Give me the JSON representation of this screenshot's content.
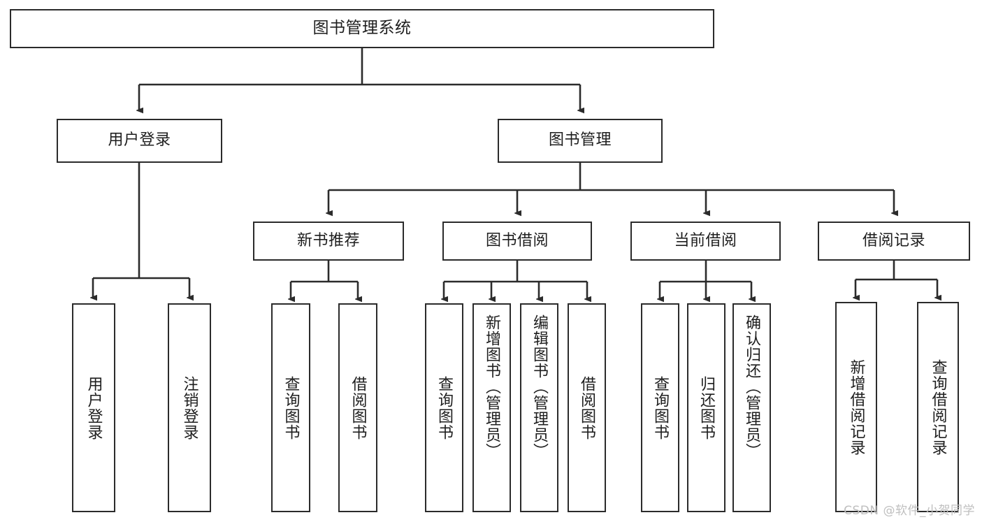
{
  "diagram": {
    "type": "tree",
    "title": "图书管理系统",
    "watermark": "CSDN @软件_小贺同学",
    "colors": {
      "box_border": "#2b2b2b",
      "box_fill": "#ffffff",
      "text": "#1e1e1e",
      "connector": "#2b2b2b",
      "watermark": "#bfbfbf"
    },
    "root": {
      "label": "图书管理系统"
    },
    "level2": [
      {
        "key": "user_login",
        "label": "用户登录"
      },
      {
        "key": "book_manage",
        "label": "图书管理"
      }
    ],
    "level3": [
      {
        "key": "new_book_rec",
        "label": "新书推荐"
      },
      {
        "key": "book_borrow",
        "label": "图书借阅"
      },
      {
        "key": "current_borrow",
        "label": "当前借阅"
      },
      {
        "key": "borrow_record",
        "label": "借阅记录"
      }
    ],
    "leaves": {
      "user_login": [
        {
          "label": "用户登录"
        },
        {
          "label": "注销登录"
        }
      ],
      "new_book_rec": [
        {
          "label": "查询图书"
        },
        {
          "label": "借阅图书"
        }
      ],
      "book_borrow": [
        {
          "label": "查询图书"
        },
        {
          "label": "新增图书（管理员）"
        },
        {
          "label": "编辑图书（管理员）"
        },
        {
          "label": "借阅图书"
        }
      ],
      "current_borrow": [
        {
          "label": "查询图书"
        },
        {
          "label": "归还图书"
        },
        {
          "label": "确认归还（管理员）"
        }
      ],
      "borrow_record": [
        {
          "label": "新增借阅记录"
        },
        {
          "label": "查询借阅记录"
        }
      ]
    }
  }
}
